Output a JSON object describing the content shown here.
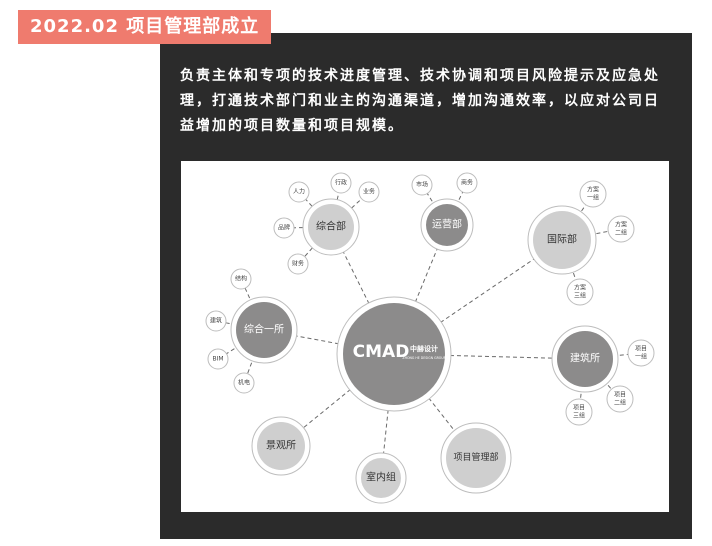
{
  "header": {
    "date_tag": "2022.02 项目管理部成立"
  },
  "description": "负责主体和专项的技术进度管理、技术协调和项目风险提示及应急处理，打通技术部门和业主的沟通渠道，增加沟通效率，以应对公司日益增加的项目数量和项目规模。",
  "org_chart": {
    "center": {
      "logo_text": "CMAD",
      "logo_cn": "中赫设计",
      "logo_sub": "ZHONG HE DESIGN GROUP"
    },
    "colors": {
      "dark": "#8c8b8b",
      "light": "#cfcfcf",
      "ring": "#bdbdbd",
      "line": "#6a6a6a",
      "accent": "#ef7b6e",
      "panel": "#2b2b2b"
    },
    "nodes": [
      {
        "id": "zonghebu",
        "label": "综合部",
        "shade": "light",
        "children": [
          "行政",
          "人力",
          "业务",
          "品牌",
          "财务"
        ]
      },
      {
        "id": "yunyingbu",
        "label": "运营部",
        "shade": "dark",
        "children": [
          "市场",
          "商务"
        ]
      },
      {
        "id": "guojibu",
        "label": "国际部",
        "shade": "light",
        "children": [
          [
            "方案",
            "一组"
          ],
          [
            "方案",
            "二组"
          ],
          [
            "方案",
            "三组"
          ]
        ]
      },
      {
        "id": "zongheyisuo",
        "label": "综合一所",
        "shade": "dark",
        "children": [
          "结构",
          "建筑",
          "BIM",
          "机电"
        ]
      },
      {
        "id": "jianzhusuo",
        "label": "建筑所",
        "shade": "dark",
        "children": [
          [
            "项目",
            "一组"
          ],
          [
            "项目",
            "二组"
          ],
          [
            "项目",
            "三组"
          ]
        ]
      },
      {
        "id": "jingguansuo",
        "label": "景观所",
        "shade": "light",
        "children": []
      },
      {
        "id": "shineizu",
        "label": "室内组",
        "shade": "light",
        "children": []
      },
      {
        "id": "xiangmuguanlibu",
        "label": "项目管理部",
        "shade": "light",
        "children": []
      }
    ]
  }
}
